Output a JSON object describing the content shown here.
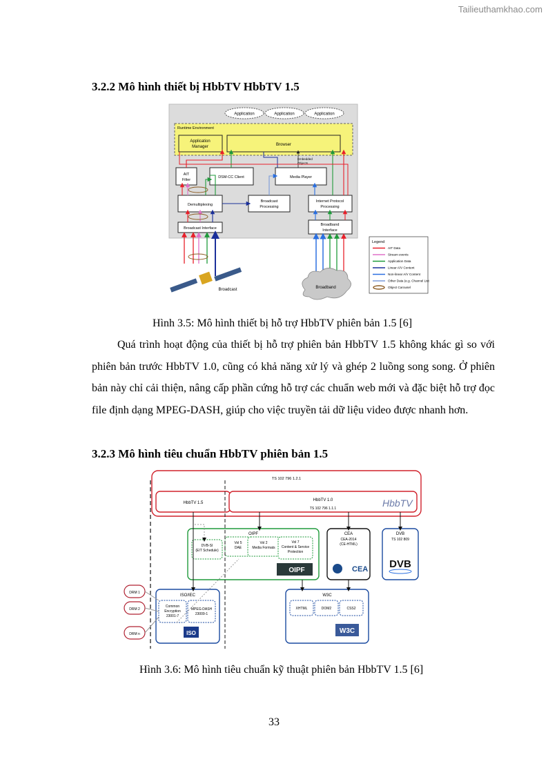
{
  "watermark": "Tailieuthamkhao.com",
  "section_322": {
    "title": "3.2.2 Mô hình thiết bị HbbTV HbbTV 1.5"
  },
  "figure_35": {
    "apps": [
      "Application",
      "Application",
      "Application"
    ],
    "runtime_label": "Runtime Environment",
    "app_manager": [
      "Application",
      "Manager"
    ],
    "browser": "Browser",
    "embedded_objects": [
      "Embedded",
      "Objects"
    ],
    "ait_filter": [
      "AIT",
      "Filter"
    ],
    "dsmcc_client": "DSM-CC Client",
    "media_player": "Media Player",
    "demultiplexing": "Demultiplexing",
    "broadcast_processing": [
      "Broadcast",
      "Processing"
    ],
    "internet_processing": [
      "Internet Protocol",
      "Processing"
    ],
    "broadcast_interface": "Broadcast Interface",
    "broadband_interface": [
      "Broadband",
      "Interface"
    ],
    "broadcast_label": "Broadcast",
    "broadband_label": "Broadband",
    "legend": {
      "title": "Legend",
      "items": [
        {
          "label": "AIT Data",
          "color": "#e8202a"
        },
        {
          "label": "Stream events",
          "color": "#e070c8"
        },
        {
          "label": "Application Data",
          "color": "#1e9a3a"
        },
        {
          "label": "Linear A/V Content",
          "color": "#1a2f9a"
        },
        {
          "label": "Non-linear A/V Content",
          "color": "#2a6fe0"
        },
        {
          "label": "Other Data (e.g. Channel List)",
          "color": "#7a9ad8"
        },
        {
          "label": "Object Carousel",
          "color": "#8a5a20"
        }
      ]
    }
  },
  "caption_35": "Hình 3.5: Mô hình thiết bị hỗ trợ HbbTV phiên bản 1.5 [6]",
  "paragraph": "Quá trình hoạt động của thiết bị hỗ trợ phiên bản HbbTV 1.5  không khác gì so với phiên bản trước HbbTV 1.0, cũng có khả năng xử lý và ghép 2 luồng song song. Ở phiên bản này chỉ cải thiện, nâng cấp phần cứng hỗ trợ các chuẩn web mới và đặc biệt hỗ trợ đọc file định dạng MPEG-DASH, giúp cho việc  truyền tải dữ liệu video được nhanh hơn.",
  "section_323": {
    "title": "3.2.3 Mô hình tiêu chuẩn HbbTV phiên bản 1.5"
  },
  "figure_36": {
    "top_spec": "TS 102 796 1.2.1",
    "hbbtv15": "HbbTV 1.5",
    "hbbtv10": "HbbTV 1.0",
    "hbbtv10_spec": "TS 102 796 1.1.1",
    "hbbtv_logo": "HbbTV",
    "oipf": {
      "title": "OIPF",
      "items": [
        [
          "DVB-SI",
          "(EIT Schedule)"
        ],
        [
          "Vol 5",
          "DAE"
        ],
        [
          "Vol 2",
          "Media Formats"
        ],
        [
          "Vol 7",
          "Content & Service",
          "Protection"
        ]
      ],
      "logo": "OIPF"
    },
    "cea": {
      "title": "CEA",
      "lines": [
        "CEA-2014",
        "(CE-HTML)"
      ],
      "logo": "CEA"
    },
    "dvb": {
      "title": "DVB",
      "lines": [
        "TS 102 809"
      ],
      "logo": "DVB"
    },
    "isoiec": {
      "title": "ISO/IEC",
      "items": [
        [
          "Common",
          "Encryption",
          "23001-7"
        ],
        [
          "MPEG-DASH",
          "23009-1"
        ]
      ],
      "logo": "ISO"
    },
    "w3c": {
      "title": "W3C",
      "items": [
        "XHTML",
        "DOM2",
        "CSS2"
      ],
      "logo": "W3C"
    },
    "drm": [
      "DRM 1",
      "DRM 2",
      "DRM n"
    ]
  },
  "caption_36": "Hình 3.6: Mô hình tiêu chuẩn kỹ thuật phiên bản HbbTV 1.5 [6]",
  "page_number": "33"
}
